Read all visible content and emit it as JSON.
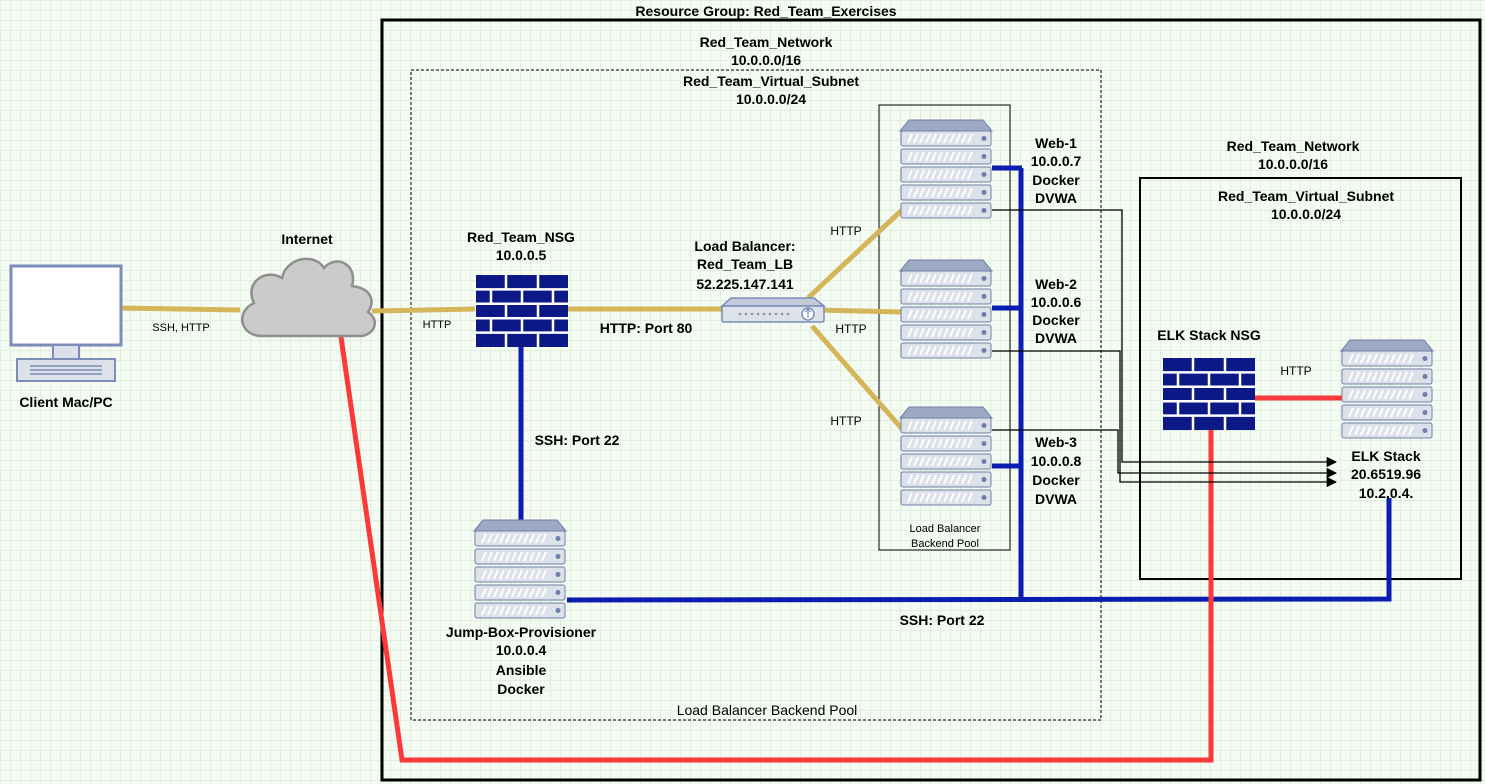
{
  "resource_group": {
    "label": "Resource Group: Red_Team_Exercises"
  },
  "main_network": {
    "name": "Red_Team_Network",
    "cidr": "10.0.0.0/16"
  },
  "main_subnet": {
    "name": "Red_Team_Virtual_Subnet",
    "cidr": "10.0.0.0/24"
  },
  "elk_network": {
    "name": "Red_Team_Network",
    "cidr": "10.0.0.0/16"
  },
  "elk_subnet": {
    "name": "Red_Team_Virtual_Subnet",
    "cidr": "10.0.0.0/24"
  },
  "client": {
    "label": "Client Mac/PC"
  },
  "internet": {
    "label": "Internet"
  },
  "nsg": {
    "name": "Red_Team_NSG",
    "ip": "10.0.0.5"
  },
  "load_balancer": {
    "line1": "Load Balancer:",
    "line2": "Red_Team_LB",
    "ip": "52.225.147.141"
  },
  "jump_box": {
    "name": "Jump-Box-Provisioner",
    "ip": "10.0.0.4",
    "tool1": "Ansible",
    "tool2": "Docker"
  },
  "web_servers": [
    {
      "name": "Web-1",
      "ip": "10.0.0.7",
      "tool1": "Docker",
      "tool2": "DVWA"
    },
    {
      "name": "Web-2",
      "ip": "10.0.0.6",
      "tool1": "Docker",
      "tool2": "DVWA"
    },
    {
      "name": "Web-3",
      "ip": "10.0.0.8",
      "tool1": "Docker",
      "tool2": "DVWA"
    }
  ],
  "backend_pool": {
    "line1": "Load Balancer",
    "line2": "Backend Pool",
    "footer": "Load Balancer Backend Pool"
  },
  "elk_nsg": {
    "label": "ELK Stack NSG"
  },
  "elk_stack": {
    "name": "ELK Stack",
    "ip1": "20.6519.96",
    "ip2": "10.2.0.4."
  },
  "connections": {
    "client_internet": "SSH, HTTP",
    "internet_nsg": "HTTP",
    "nsg_lb": "HTTP: Port 80",
    "nsg_jump": "SSH: Port 22",
    "lb_web1": "HTTP",
    "lb_web2": "HTTP",
    "lb_web3": "HTTP",
    "elk_nsg_elk": "HTTP",
    "ssh_bus": "SSH: Port 22"
  },
  "colors": {
    "http_link": "#d4b55a",
    "ssh_link": "#0b1cb0",
    "elk_link": "#fa3a3a",
    "firewall": "#0c1886"
  }
}
